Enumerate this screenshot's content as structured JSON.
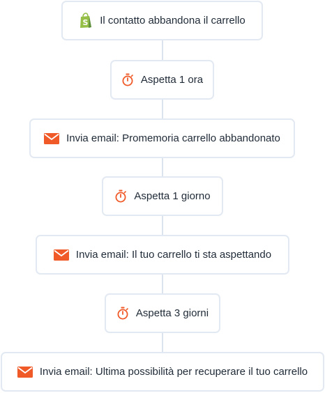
{
  "colors": {
    "accent": "#f05a28",
    "shopify_green": "#95bf47",
    "border": "#e3e9f2",
    "connector": "#dbe3ee",
    "text": "#1f2a37"
  },
  "steps": [
    {
      "type": "trigger",
      "icon": "shopify-bag-icon",
      "label": "Il contatto abbandona il carrello"
    },
    {
      "type": "wait",
      "icon": "stopwatch-icon",
      "label": "Aspetta 1 ora"
    },
    {
      "type": "email",
      "icon": "envelope-icon",
      "label": "Invia email: Promemoria carrello abbandonato"
    },
    {
      "type": "wait",
      "icon": "stopwatch-icon",
      "label": "Aspetta 1 giorno"
    },
    {
      "type": "email",
      "icon": "envelope-icon",
      "label": "Invia email: Il tuo carrello ti sta aspettando"
    },
    {
      "type": "wait",
      "icon": "stopwatch-icon",
      "label": "Aspetta 3 giorni"
    },
    {
      "type": "email",
      "icon": "envelope-icon",
      "label": "Invia email: Ultima possibilità per recuperare il tuo carrello"
    }
  ]
}
